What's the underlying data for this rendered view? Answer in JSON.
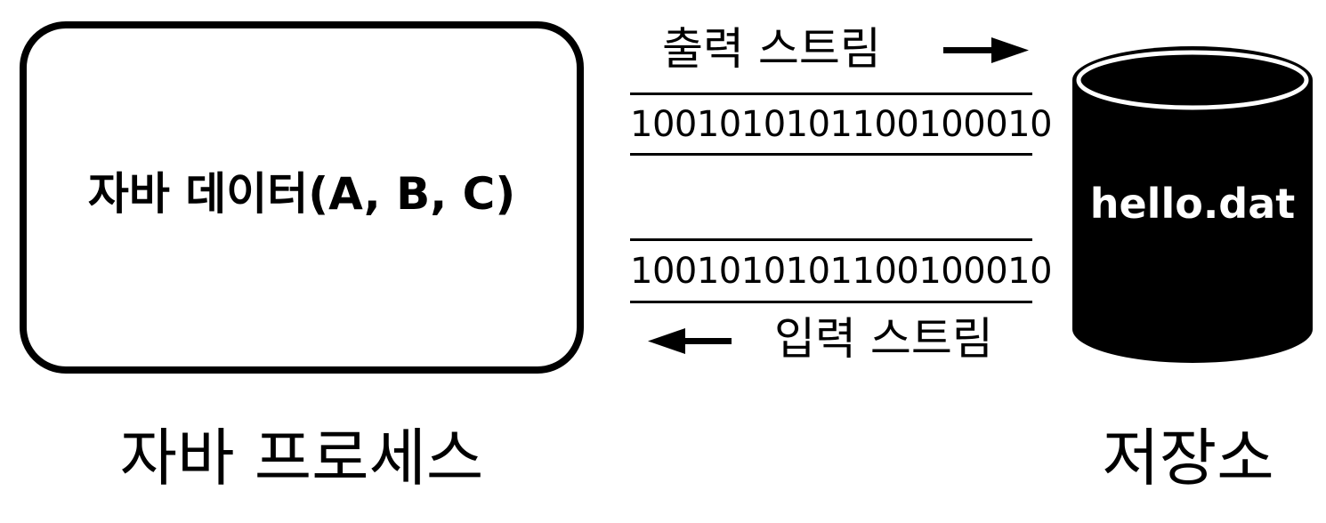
{
  "process_box": {
    "text": "자바 데이터(A, B, C)",
    "caption": "자바 프로세스"
  },
  "output_stream": {
    "label": "출력 스트림",
    "bits": "1001010101100100010",
    "direction": "right-arrow"
  },
  "input_stream": {
    "label": "입력 스트림",
    "bits": "1001010101100100010",
    "direction": "left-arrow"
  },
  "storage": {
    "file_name": "hello.dat",
    "caption": "저장소",
    "icon": "database-cylinder-icon",
    "color": "#000000"
  }
}
